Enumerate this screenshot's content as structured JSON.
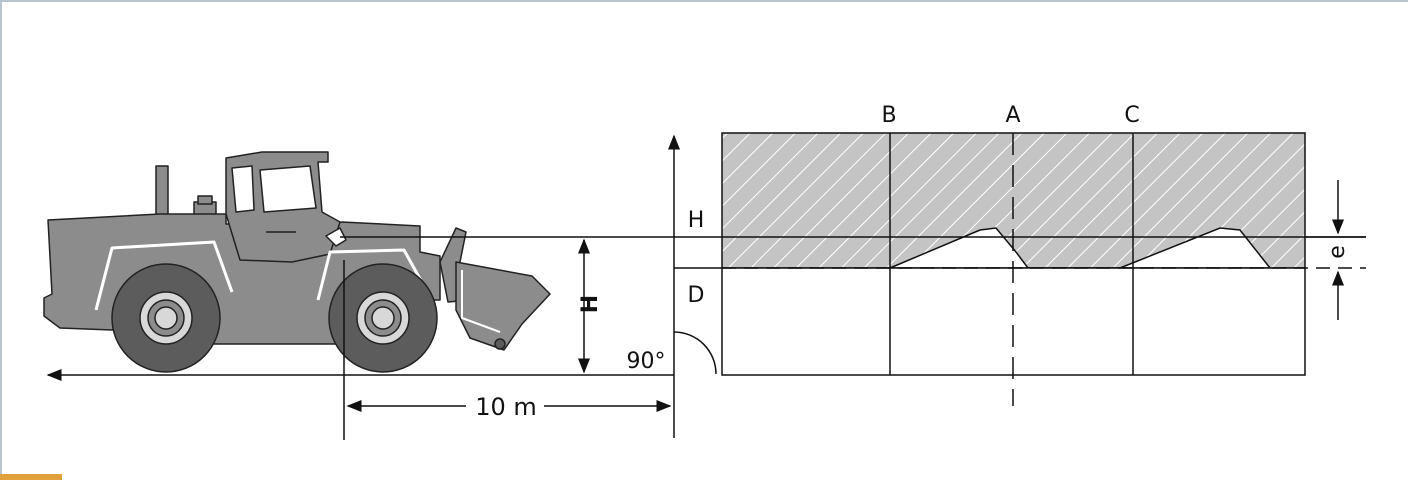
{
  "labels": {
    "distance": "10 m",
    "angle": "90°",
    "h_left": "H",
    "h_wall": "H",
    "d_wall": "D",
    "e": "e",
    "b": "B",
    "a": "A",
    "c": "C"
  },
  "colors": {
    "accent": "#e0a03c",
    "vehicle_fill": "#8c8c8c",
    "vehicle_dark": "#5c5c5c",
    "hatch_fill": "#b5b5b5",
    "line": "#111111",
    "frame": "#b8c4cf"
  },
  "icons": {
    "vehicle": "wheel-loader-icon"
  }
}
